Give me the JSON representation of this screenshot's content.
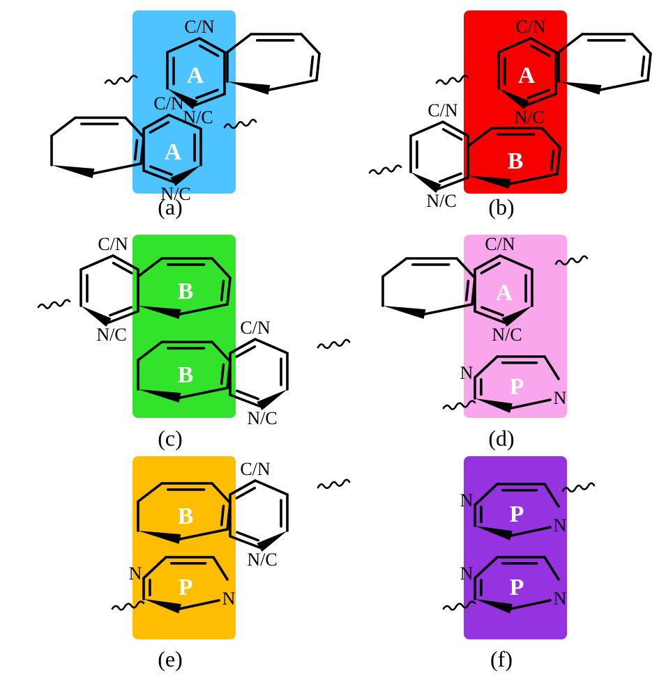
{
  "colors": {
    "a": "#4DC3FF",
    "b": "#F70000",
    "c": "#33E22B",
    "d": "#F9A6EC",
    "e": "#FFBD00",
    "f": "#9533E0"
  },
  "panels": [
    {
      "id": "a",
      "label": "(a)",
      "ring_labels": [
        "A",
        "A"
      ]
    },
    {
      "id": "b",
      "label": "(b)",
      "ring_labels": [
        "A",
        "B"
      ]
    },
    {
      "id": "c",
      "label": "(c)",
      "ring_labels": [
        "B",
        "B"
      ]
    },
    {
      "id": "d",
      "label": "(d)",
      "ring_labels": [
        "A",
        "P"
      ]
    },
    {
      "id": "e",
      "label": "(e)",
      "ring_labels": [
        "B",
        "P"
      ]
    },
    {
      "id": "f",
      "label": "(f)",
      "ring_labels": [
        "P",
        "P"
      ]
    }
  ],
  "atoms": {
    "c_n": "C/N",
    "n_c": "N/C",
    "n": "N"
  }
}
